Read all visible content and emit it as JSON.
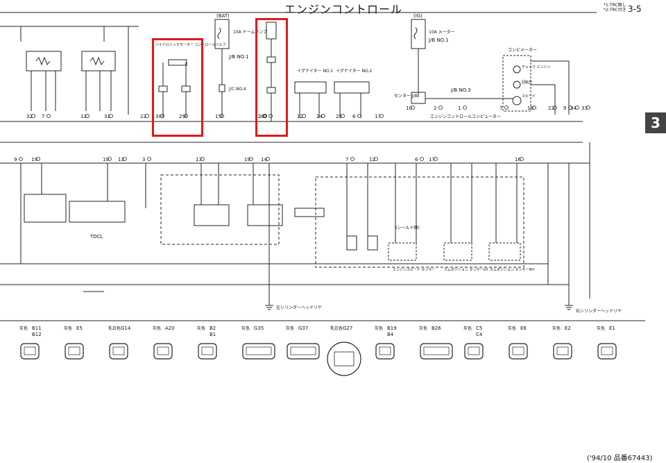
{
  "header": {
    "title": "エンジンコントロール",
    "page_number": "3-5",
    "note_1": "*1:TRC無し",
    "note_2": "*2:TRC付き"
  },
  "section_tab": "3",
  "footer_code": "('94/10 品番67443)",
  "labels": {
    "bat": "(BAT)",
    "ig": "(IG)",
    "fuse_10a_dome": "10A ドームランプ",
    "fuse_10a_meter": "10A メーター",
    "jb_no1_a": "J/B NO.1",
    "jb_no1_b": "J/B NO.1",
    "jb_no3": "J/B NO.3",
    "jc_no4": "J/C NO.4",
    "center_jb": "センター J/B",
    "combination_meter": "コンビメーター",
    "check_engine": "チェック エンジン",
    "tachometer": "回転計",
    "speedometer": "スピード",
    "hydraulic_motor_valve": "ハイドロリックモーター コントロールバルブ",
    "igniter_1": "イグナイター NO.1",
    "igniter_2": "イグナイター NO.2",
    "ecu": "エンジンコントロールコンピューター",
    "cylinder_head_left": "左シリンダーヘッドリヤ",
    "cylinder_head_right": "右シリンダーヘッドリヤ",
    "engine_speed_sensor": "エンジンスピード センサー",
    "cam_sensor_lh": "カムポジション センサーLH",
    "cam_sensor_rh": "カムポジション センサーRH",
    "tdcl": "TDCL",
    "shield": "(シールド線)"
  },
  "pins_left": [
    "32",
    "7",
    "12",
    "31",
    "22",
    "30",
    "29",
    "15"
  ],
  "pins_mid": [
    "20",
    "23",
    "2",
    "12",
    "24",
    "25",
    "6",
    "17"
  ],
  "pins_right": [
    "10",
    "2",
    "1",
    "7",
    "19",
    "22",
    "9",
    "34",
    "33"
  ],
  "pins_row2": [
    "9",
    "19",
    "10",
    "11",
    "3",
    "13",
    "19",
    "14",
    "7",
    "12",
    "6",
    "17",
    "16"
  ],
  "connectors": [
    {
      "code": "B11",
      "code2": "B12",
      "color": "灰色"
    },
    {
      "code": "E5",
      "code2": "",
      "color": "灰色"
    },
    {
      "code": "G14",
      "code2": "",
      "color": "乳白色"
    },
    {
      "code": "A20",
      "code2": "",
      "color": "灰色"
    },
    {
      "code": "B2",
      "code2": "B1",
      "color": "灰色"
    },
    {
      "code": "G35",
      "code2": "",
      "color": "灰色"
    },
    {
      "code": "G37",
      "code2": "",
      "color": "灰色"
    },
    {
      "code": "G27",
      "code2": "",
      "color": "乳白色"
    },
    {
      "code": "B19",
      "code2": "B4",
      "color": "灰色"
    },
    {
      "code": "B26",
      "code2": "",
      "color": "灰色"
    },
    {
      "code": "C5",
      "code2": "C4",
      "color": "灰色"
    },
    {
      "code": "E6",
      "code2": "",
      "color": "灰色"
    },
    {
      "code": "E2",
      "code2": "",
      "color": "灰色"
    },
    {
      "code": "E1",
      "code2": "",
      "color": "灰色"
    }
  ]
}
